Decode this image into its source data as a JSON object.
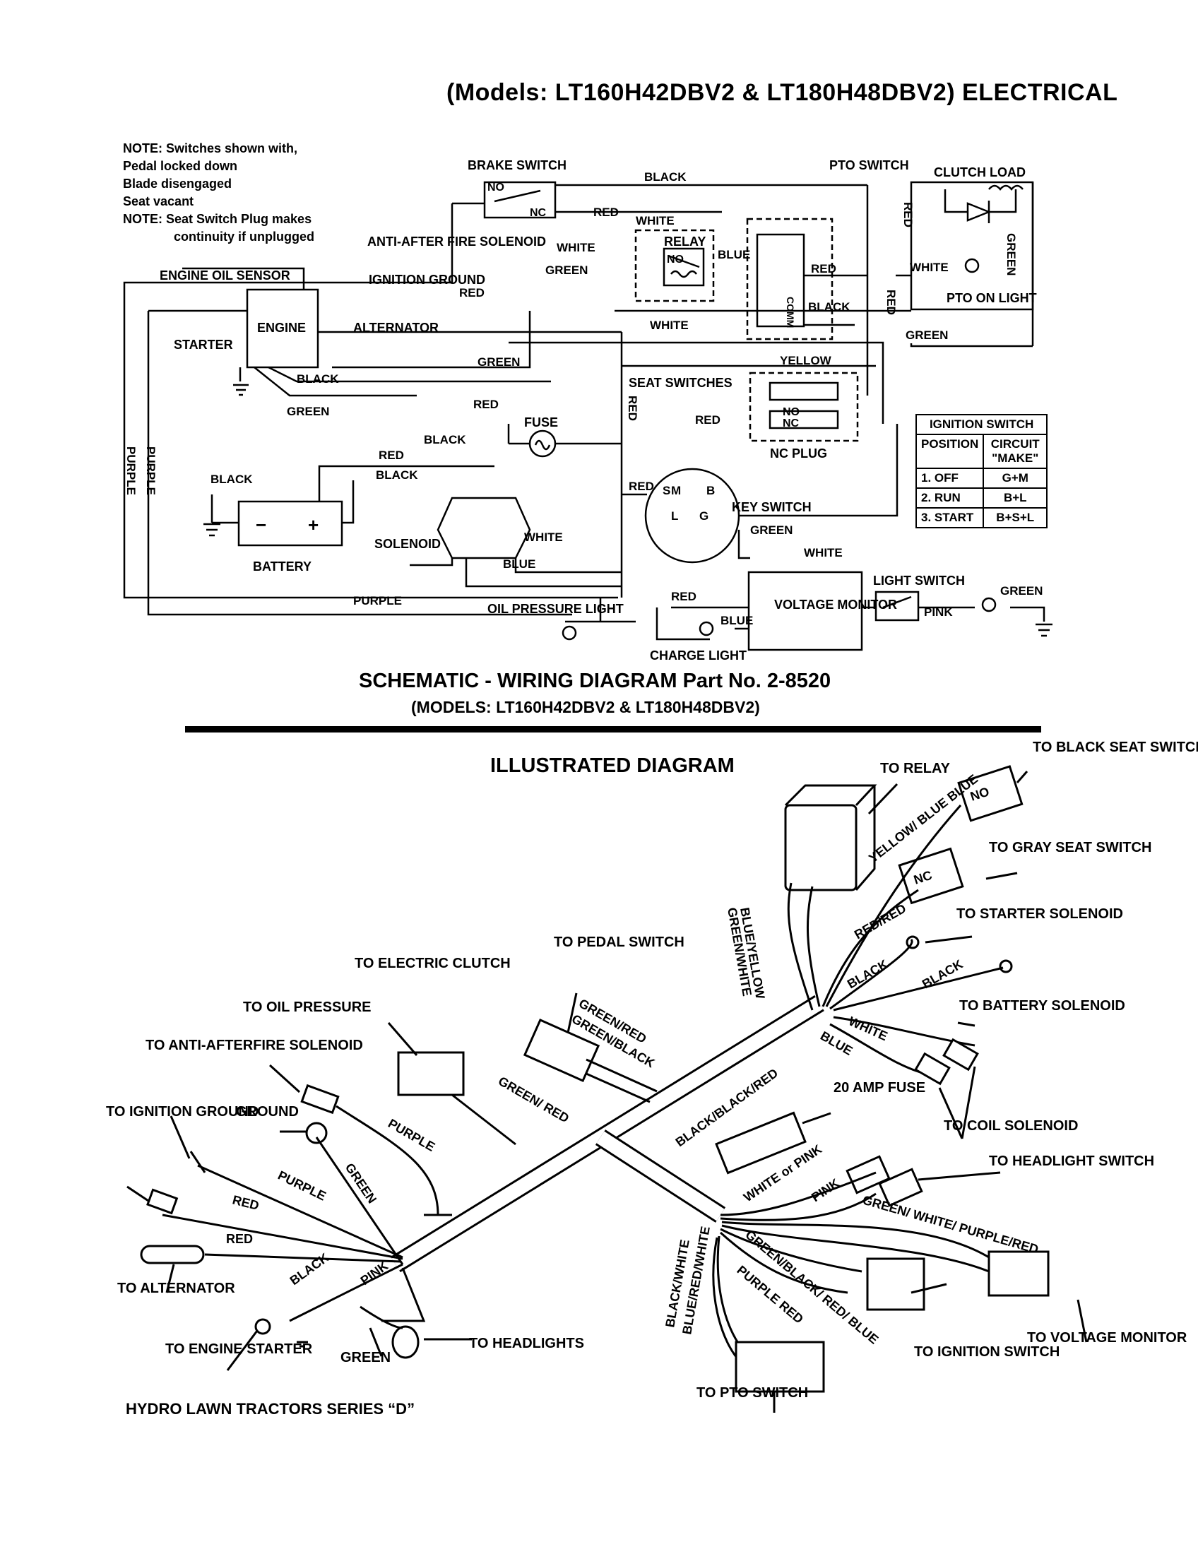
{
  "header": {
    "title": "(Models: LT160H42DBV2 & LT180H48DBV2) ELECTRICAL"
  },
  "notes": [
    "NOTE: Switches shown with,",
    "Pedal locked down",
    "Blade disengaged",
    "Seat vacant",
    "NOTE: Seat Switch Plug makes",
    "continuity if unplugged"
  ],
  "schematic": {
    "components": {
      "brake_switch": "BRAKE SWITCH",
      "pto_switch": "PTO SWITCH",
      "clutch_load": "CLUTCH LOAD",
      "anti_after_fire": "ANTI-AFTER FIRE SOLENOID",
      "ignition_ground": "IGNITION GROUND",
      "engine_oil_sensor": "ENGINE OIL SENSOR",
      "engine": "ENGINE",
      "alternator": "ALTERNATOR",
      "starter": "STARTER",
      "relay": "RELAY",
      "pto_on_light": "PTO ON LIGHT",
      "seat_switches": "SEAT SWITCHES",
      "fuse": "FUSE",
      "nc_plug": "NC PLUG",
      "battery": "BATTERY",
      "solenoid": "SOLENOID",
      "key_switch": "KEY SWITCH",
      "light_switch": "LIGHT SWITCH",
      "voltage_monitor": "VOLTAGE MONITOR",
      "oil_pressure_light": "OIL PRESSURE LIGHT",
      "charge_light": "CHARGE LIGHT"
    },
    "contacts": {
      "no": "NO",
      "nc": "NC",
      "comm": "COMM",
      "s": "S",
      "m": "M",
      "b": "B",
      "l": "L",
      "g": "G",
      "minus": "−",
      "plus": "+"
    },
    "wire_labels": {
      "black": "BLACK",
      "red": "RED",
      "white": "WHITE",
      "green": "GREEN",
      "blue": "BLUE",
      "yellow": "YELLOW",
      "purple": "PURPLE",
      "pink": "PINK"
    },
    "title": "SCHEMATIC - WIRING DIAGRAM Part No. 2-8520",
    "subtitle": "(MODELS: LT160H42DBV2 & LT180H48DBV2)"
  },
  "ignition_table": {
    "title": "IGNITION SWITCH",
    "headers": [
      "POSITION",
      "CIRCUIT \"MAKE\""
    ],
    "rows": [
      [
        "1. OFF",
        "G+M"
      ],
      [
        "2. RUN",
        "B+L"
      ],
      [
        "3. START",
        "B+S+L"
      ]
    ]
  },
  "illustrated": {
    "title": "ILLUSTRATED DIAGRAM",
    "labels": {
      "to_relay": "TO RELAY",
      "to_black_seat": "TO BLACK SEAT SWITCH",
      "to_gray_seat": "TO GRAY SEAT SWITCH",
      "to_starter_solenoid": "TO STARTER SOLENOID",
      "to_battery_solenoid": "TO BATTERY SOLENOID",
      "to_pedal_switch": "TO PEDAL SWITCH",
      "to_electric_clutch": "TO ELECTRIC CLUTCH",
      "to_oil_pressure": "TO OIL PRESSURE",
      "to_anti_afterfire": "TO ANTI-AFTERFIRE SOLENOID",
      "to_ignition_ground": "TO IGNITION GROUND",
      "ground": "GROUND",
      "fuse_20amp": "20 AMP FUSE",
      "to_coil_solenoid": "TO COIL SOLENOID",
      "to_headlight_switch": "TO HEADLIGHT SWITCH",
      "to_alternator": "TO ALTERNATOR",
      "to_engine_starter": "TO ENGINE STARTER",
      "green": "GREEN",
      "to_headlights": "TO HEADLIGHTS",
      "to_pto_switch": "TO PTO SWITCH",
      "to_ignition_switch": "TO IGNITION SWITCH",
      "to_voltage_monitor": "TO VOLTAGE MONITOR"
    },
    "wires": {
      "yellow_blue": "YELLOW/ BLUE BLUE",
      "blue_yellow": "BLUE/YELLOW",
      "green_white": "GREEN/WHITE",
      "red_red": "RED/RED",
      "black1": "BLACK",
      "black2": "BLACK",
      "white": "WHITE",
      "blue": "BLUE",
      "green_red": "GREEN/RED",
      "green_black": "GREEN/BLACK",
      "green_red2": "GREEN/ RED",
      "purple": "PURPLE",
      "black_black_red": "BLACK/BLACK/RED",
      "white_or_pink": "WHITE or PINK",
      "pink": "PINK",
      "green_white_purple_red": "GREEN/ WHITE/ PURPLE/RED",
      "purple_anti": "PURPLE",
      "green_g": "GREEN",
      "red1": "RED",
      "red2": "RED",
      "black_main": "BLACK",
      "pink_main": "PINK",
      "black_white": "BLACK/WHITE",
      "blue_red_white": "BLUE/RED/WHITE",
      "green_black_red_blue": "GREEN/BLACK/ RED/ BLUE",
      "purple_red": "PURPLE RED",
      "no": "NO",
      "nc": "NC"
    }
  },
  "footer": "HYDRO LAWN TRACTORS SERIES “D”"
}
